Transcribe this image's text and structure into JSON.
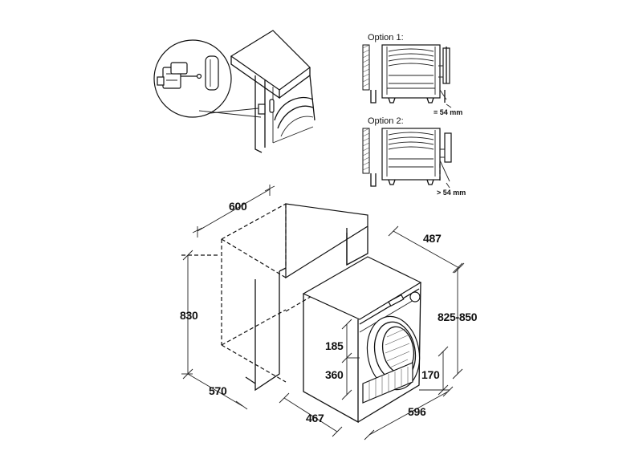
{
  "options": {
    "option1_label": "Option 1:",
    "option2_label": "Option 2:",
    "option1_gap": "= 54 mm",
    "option2_gap": "> 54 mm"
  },
  "dimensions": {
    "cabinet_width": "600",
    "cabinet_height": "830",
    "cabinet_depth": "570",
    "machine_depth_top": "487",
    "machine_height": "825-850",
    "door_height_185": "185",
    "door_height_360": "360",
    "plinth_height": "170",
    "machine_depth": "467",
    "machine_width": "596"
  }
}
